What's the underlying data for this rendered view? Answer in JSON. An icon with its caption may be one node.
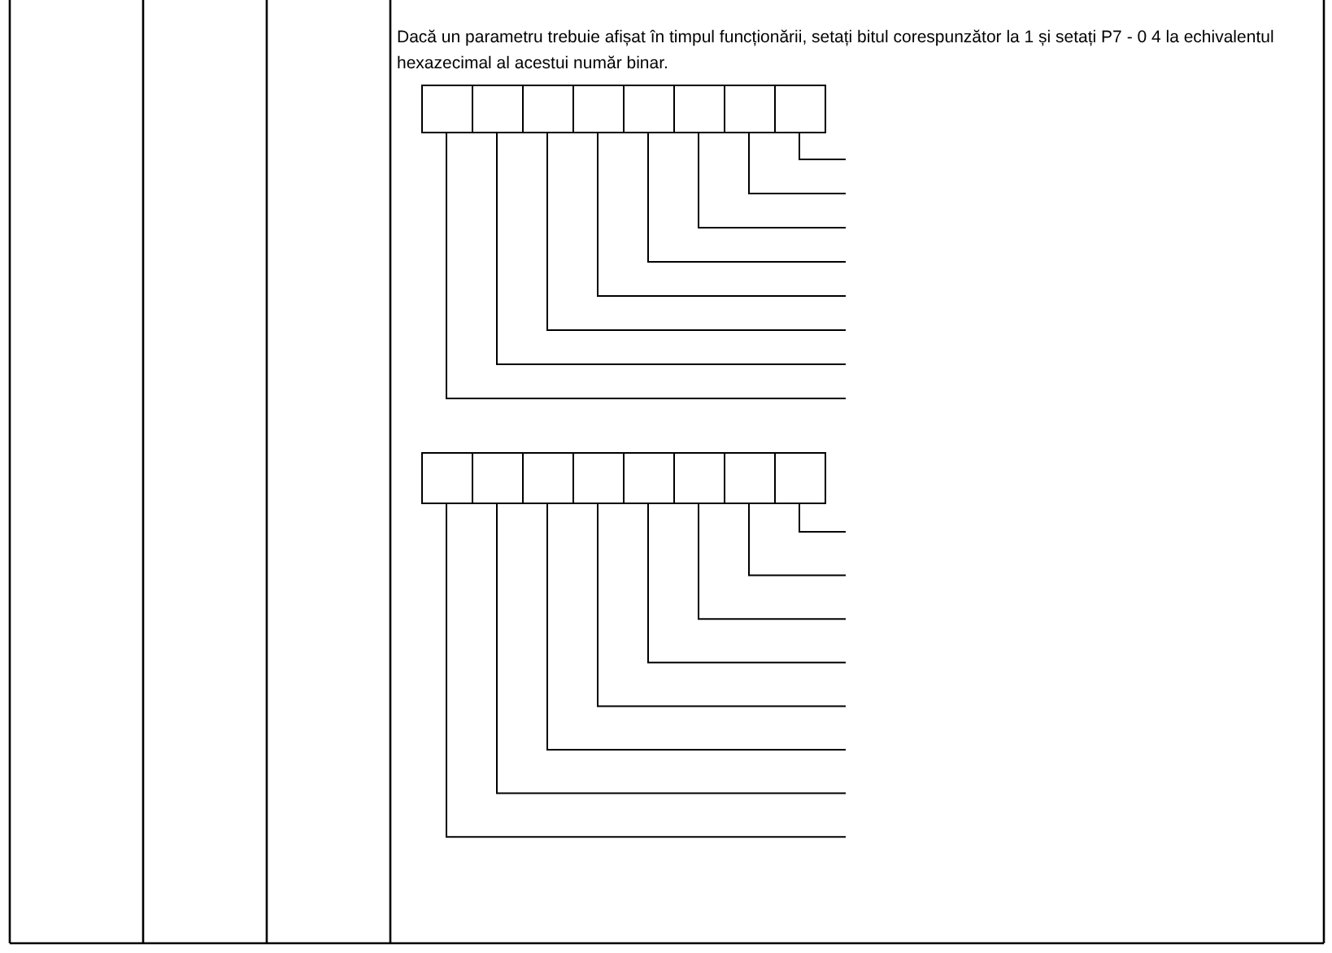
{
  "diagram": {
    "nodes": [
      {
        "text": [],
        "shape": "box"
      },
      {
        "text": [],
        "shape": "box"
      },
      {
        "text": [],
        "shape": "box"
      },
      {
        "text": [],
        "shape": "box"
      },
      {
        "text": [],
        "shape": "box"
      },
      {
        "text": [],
        "shape": "box"
      },
      {
        "text": [],
        "shape": "box"
      },
      {
        "text": [],
        "shape": "box"
      },
      {
        "text": [],
        "shape": "box"
      },
      {
        "text": [],
        "shape": "box"
      },
      {
        "text": [],
        "shape": "box"
      },
      {
        "text": [],
        "shape": "box"
      },
      {
        "text": [],
        "shape": "box"
      },
      {
        "text": [],
        "shape": "box"
      },
      {
        "text": [],
        "shape": "box"
      },
      {
        "text": [],
        "shape": "box"
      }
    ],
    "edges": [
      {
        "from": 0,
        "to": null,
        "arrow": "none"
      },
      {
        "from": 1,
        "to": null,
        "arrow": "none"
      },
      {
        "from": 2,
        "to": null,
        "arrow": "none"
      },
      {
        "from": 3,
        "to": null,
        "arrow": "none"
      },
      {
        "from": 4,
        "to": null,
        "arrow": "none"
      },
      {
        "from": 5,
        "to": null,
        "arrow": "none"
      },
      {
        "from": 6,
        "to": null,
        "arrow": "none"
      },
      {
        "from": 7,
        "to": null,
        "arrow": "none"
      },
      {
        "from": 8,
        "to": null,
        "arrow": "none"
      },
      {
        "from": 9,
        "to": null,
        "arrow": "none"
      },
      {
        "from": 10,
        "to": null,
        "arrow": "none"
      },
      {
        "from": 11,
        "to": null,
        "arrow": "none"
      },
      {
        "from": 12,
        "to": null,
        "arrow": "none"
      },
      {
        "from": 13,
        "to": null,
        "arrow": "none"
      },
      {
        "from": 14,
        "to": null,
        "arrow": "none"
      },
      {
        "from": 15,
        "to": null,
        "arrow": "none"
      }
    ],
    "labels": [
      "Dacă un parametru trebuie afișat în timpul funcționării, setați bitul corespunzător la 1 și setați P7 - 0 4 la echivalentul hexazecimal al acestui număr binar."
    ]
  }
}
